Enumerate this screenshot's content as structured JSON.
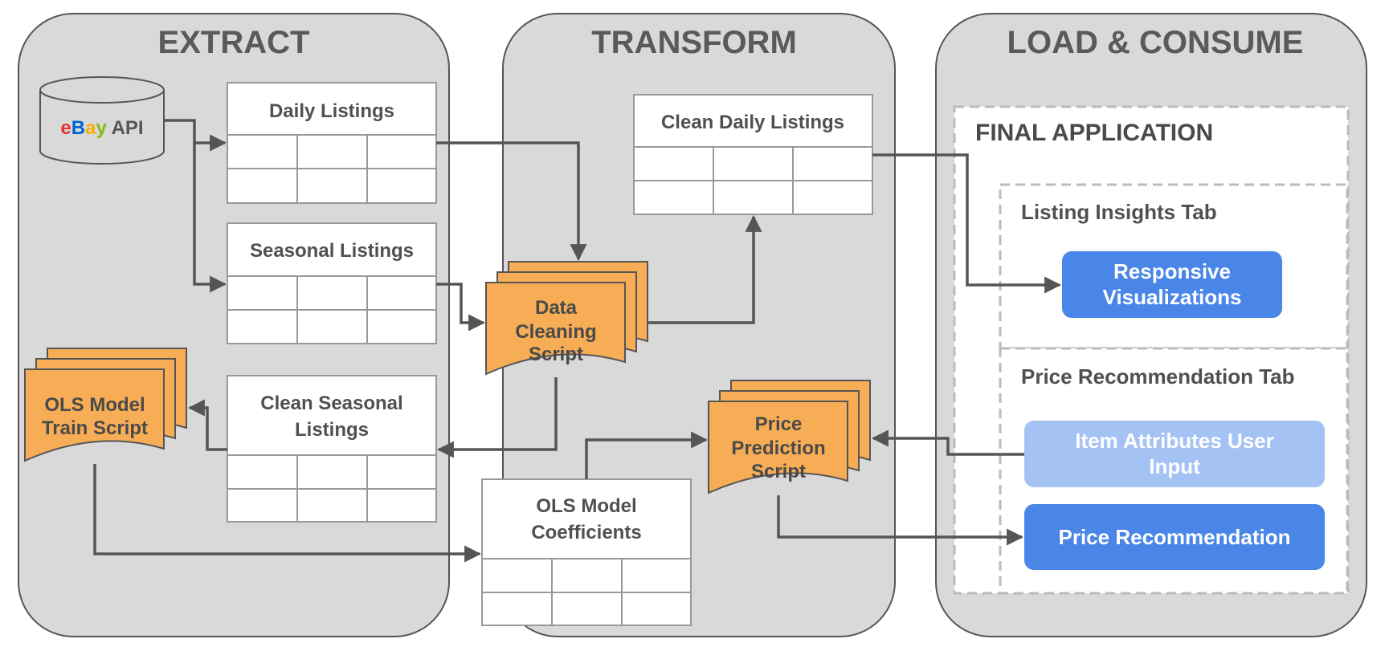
{
  "stages": {
    "extract": "EXTRACT",
    "transform": "TRANSFORM",
    "load": "LOAD & CONSUME"
  },
  "source": {
    "letters": [
      "e",
      "B",
      "a",
      "y"
    ],
    "letter_colors": [
      "#e53238",
      "#0064d2",
      "#f5af02",
      "#86b817"
    ],
    "suffix": " API"
  },
  "tables": {
    "daily_listings": "Daily Listings",
    "seasonal_listings": "Seasonal Listings",
    "clean_seasonal_line1": "Clean Seasonal",
    "clean_seasonal_line2": "Listings",
    "clean_daily": "Clean Daily Listings",
    "ols_coef_line1": "OLS Model",
    "ols_coef_line2": "Coefficients"
  },
  "scripts": {
    "cleaning": [
      "Data",
      "Cleaning",
      "Script"
    ],
    "ols_train": [
      "OLS Model",
      "Train Script"
    ],
    "price_prediction": [
      "Price",
      "Prediction",
      "Script"
    ]
  },
  "app": {
    "title": "FINAL APPLICATION",
    "insights_tab": "Listing Insights Tab",
    "responsive_viz": [
      "Responsive",
      "Visualizations"
    ],
    "price_tab": "Price Recommendation Tab",
    "user_input": [
      "Item Attributes User",
      "Input"
    ],
    "price_recommendation": "Price Recommendation"
  },
  "colors": {
    "stage_bg": "#d9d9d9",
    "script_fill": "#f6ad55",
    "button_blue": "#4a86e8",
    "button_light_blue": "#a4c2f4"
  }
}
